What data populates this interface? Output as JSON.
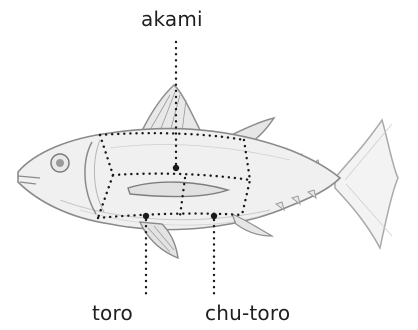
{
  "labels": {
    "akami": "akami",
    "toro": "toro",
    "chu_toro": "chu-toro"
  },
  "colors": {
    "sketch_stroke": "#9a9a9a",
    "sketch_fill": "#efefef",
    "dotted_lines": "#1a1a1a",
    "label_text": "#1f1f1f"
  },
  "icons": {
    "illustration": "tuna-fish-illustration"
  }
}
